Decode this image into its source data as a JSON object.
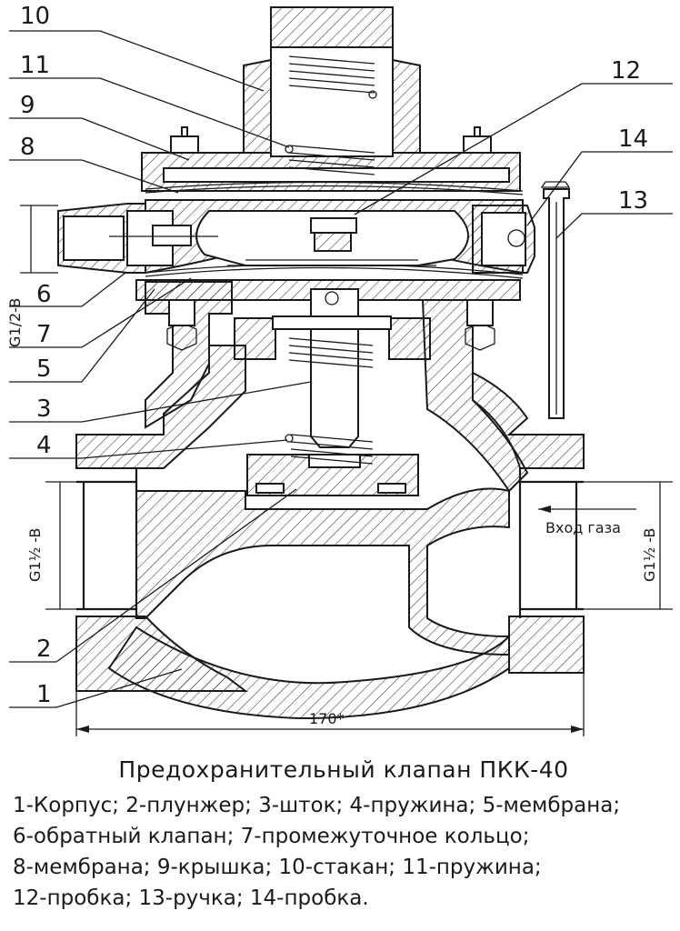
{
  "labels": {
    "n10": "10",
    "n11": "11",
    "n9": "9",
    "n8": "8",
    "n6": "6",
    "n7": "7",
    "n5": "5",
    "n3": "3",
    "n4": "4",
    "n2": "2",
    "n1": "1",
    "n12": "12",
    "n14": "14",
    "n13": "13"
  },
  "dimensions": {
    "thread_top": "G1/2-B",
    "thread_left": "G1½ -B",
    "thread_right": "G1½ -B",
    "inlet": "Вход газа",
    "length": "170*"
  },
  "caption": {
    "title": "Предохранительный клапан ПКК-40",
    "legend": [
      "1-Корпус; 2-плунжер; 3-шток; 4-пружина; 5-мембрана;",
      "6-обратный клапан; 7-промежуточное кольцо;",
      "8-мембрана; 9-крышка; 10-стакан; 11-пружина;",
      "12-пробка; 13-ручка; 14-пробка."
    ]
  }
}
